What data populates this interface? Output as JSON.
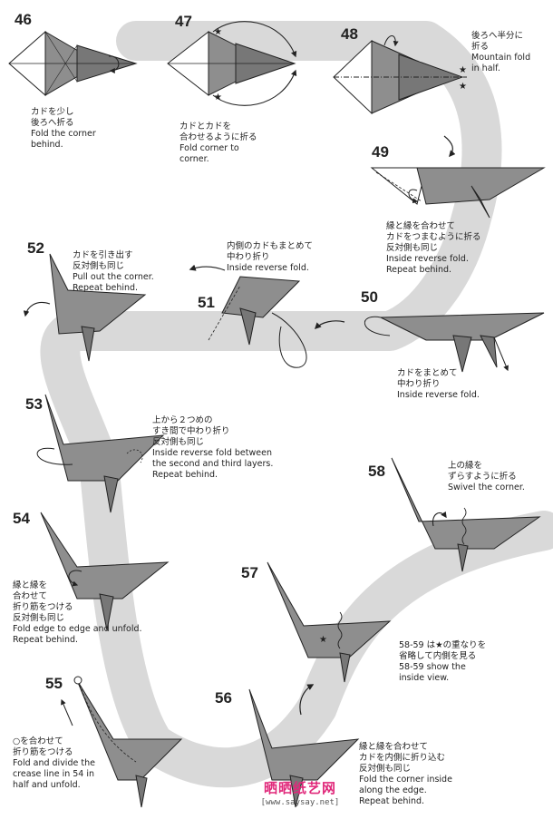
{
  "colors": {
    "paper": "#8e8e8e",
    "paper_dark": "#6f6f6f",
    "paper_white": "#ffffff",
    "flow_band": "#d9d9d9",
    "line": "#222222",
    "watermark": "#e0287a"
  },
  "steps": [
    {
      "num": "46",
      "jp": "カドを少し\n後ろへ折る",
      "en": "Fold the corner\nbehind."
    },
    {
      "num": "47",
      "jp": "カドとカドを\n合わせるように折る",
      "en": "Fold corner to\ncorner."
    },
    {
      "num": "48",
      "jp": "後ろへ半分に\n折る",
      "en": "Mountain fold\nin half."
    },
    {
      "num": "49",
      "jp": "縁と縁を合わせて\nカドをつまむように折る\n反対側も同じ",
      "en": "Inside reverse fold.\nRepeat behind."
    },
    {
      "num": "50",
      "jp": "カドをまとめて\n中わり折り",
      "en": "Inside reverse fold."
    },
    {
      "num": "51",
      "jp": "内側のカドもまとめて\n中わり折り",
      "en": "Inside reverse fold."
    },
    {
      "num": "52",
      "jp": "カドを引き出す\n反対側も同じ",
      "en": "Pull out the corner.\nRepeat behind."
    },
    {
      "num": "53",
      "jp": "上から２つめの\nすき間で中わり折り\n反対側も同じ",
      "en": "Inside reverse fold between\nthe second and third layers.\nRepeat behind."
    },
    {
      "num": "54",
      "jp": "縁と縁を\n合わせて\n折り筋をつける\n反対側も同じ",
      "en": "Fold edge to edge and unfold.\nRepeat behind."
    },
    {
      "num": "55",
      "jp": "○を合わせて\n折り筋をつける",
      "en": "Fold and divide the\ncrease line in 54 in\nhalf and unfold."
    },
    {
      "num": "56",
      "jp": "縁と縁を合わせて\nカドを内側に折り込む\n反対側も同じ",
      "en": "Fold the corner inside\nalong the edge.\nRepeat behind."
    },
    {
      "num": "57",
      "jp": "58-59 は★の重なりを\n省略して内側を見る",
      "en": "58-59 show the\ninside view."
    },
    {
      "num": "58",
      "jp": "上の縁を\nずらすように折る",
      "en": "Swivel the corner."
    }
  ],
  "watermark": {
    "brand": "晒晒纸艺网",
    "url": "[www.saysay.net]"
  },
  "icons": [
    "star-icon",
    "circle-marker-icon",
    "curved-arrow-icon"
  ]
}
